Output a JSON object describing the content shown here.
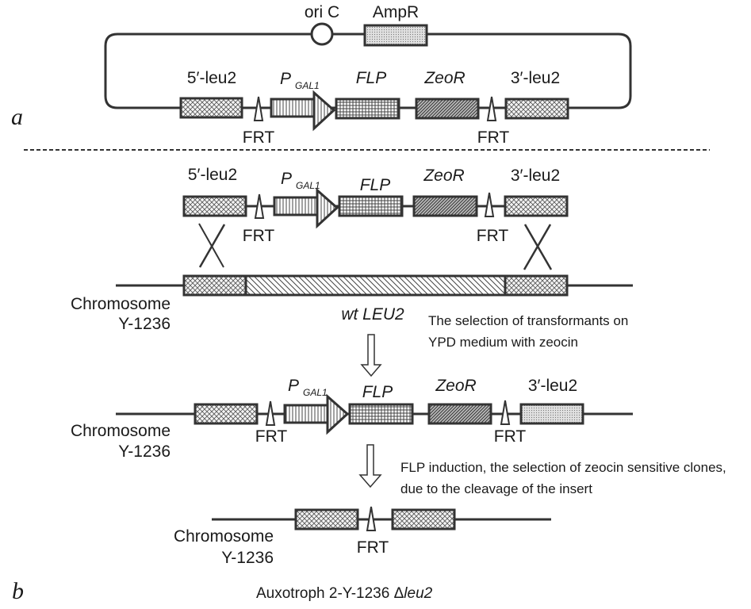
{
  "panel_a": {
    "label": "a",
    "ori": "ori C",
    "ampr": "AmpR",
    "leu5": "5′-leu2",
    "pgal_main": "P",
    "pgal_sub": "GAL1",
    "flp": "FLP",
    "zeor": "ZeoR",
    "leu3": "3′-leu2",
    "frt_left": "FRT",
    "frt_right": "FRT"
  },
  "panel_b": {
    "label": "b",
    "cassette": {
      "leu5": "5′-leu2",
      "pgal_main": "P",
      "pgal_sub": "GAL1",
      "flp": "FLP",
      "zeor": "ZeoR",
      "leu3": "3′-leu2",
      "frt_left": "FRT",
      "frt_right": "FRT"
    },
    "chromosome_wt": {
      "name_line1": "Chromosome",
      "name_line2": "Y-1236",
      "gene": "wt LEU2"
    },
    "step1_note": {
      "line1": "The selection of transformants on",
      "line2": "YPD medium with zeocin"
    },
    "chromosome_integrated": {
      "name_line1": "Chromosome",
      "name_line2": "Y-1236",
      "pgal_main": "P",
      "pgal_sub": "GAL1",
      "flp": "FLP",
      "zeor": "ZeoR",
      "leu3": "3′-leu2",
      "frt_left": "FRT",
      "frt_right": "FRT"
    },
    "step2_note": {
      "line1": "FLP induction, the selection of zeocin sensitive clones,",
      "line2": "due to the cleavage of the insert"
    },
    "chromosome_final": {
      "name_line1": "Chromosome",
      "name_line2": "Y-1236",
      "frt": "FRT"
    },
    "result_prefix": "Auxotroph 2-Y-1236 Δ",
    "result_gene": "leu2"
  }
}
